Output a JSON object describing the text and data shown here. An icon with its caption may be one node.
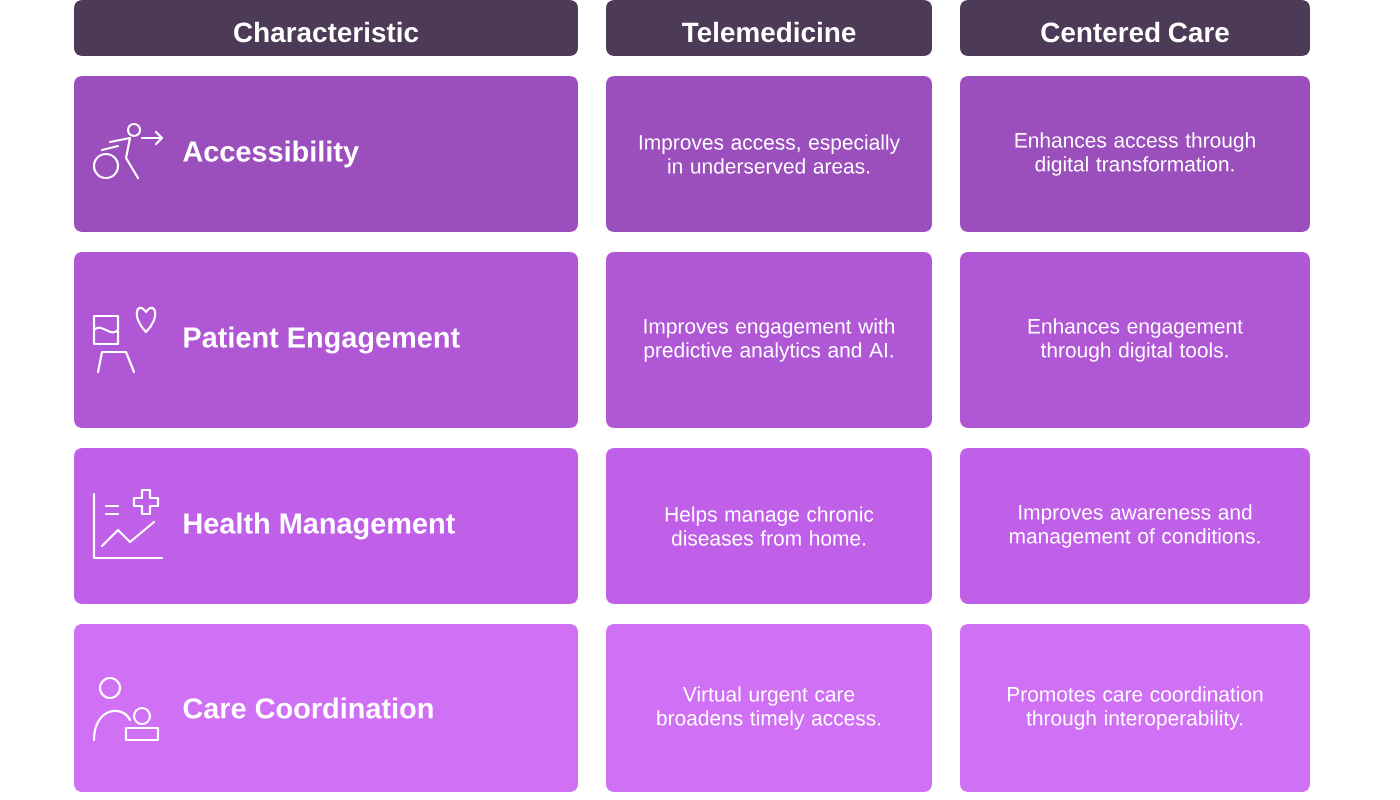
{
  "diagram": {
    "nodes": [
      {
        "text": [
          "Characteristic"
        ]
      },
      {
        "text": [
          "Telemedicine"
        ]
      },
      {
        "text": [
          "Centered Care"
        ]
      },
      {
        "text": [
          "Accessibility"
        ]
      },
      {
        "text": [
          "Improves access, especially in underserved areas."
        ]
      },
      {
        "text": [
          "Enhances access through digital transformation."
        ]
      },
      {
        "text": [
          "Patient Engagement"
        ]
      },
      {
        "text": [
          "Improves engagement with predictive analytics and AI."
        ]
      },
      {
        "text": [
          "Enhances engagement through digital tools."
        ]
      },
      {
        "text": [
          "Health Management"
        ]
      },
      {
        "text": [
          "Helps manage chronic diseases from home."
        ]
      },
      {
        "text": [
          "Improves awareness and management of conditions."
        ]
      },
      {
        "text": [
          "Care Coordination"
        ]
      },
      {
        "text": [
          "Virtual urgent care broadens timely access."
        ]
      },
      {
        "text": [
          "Promotes care coordination through interoperability."
        ]
      }
    ]
  }
}
